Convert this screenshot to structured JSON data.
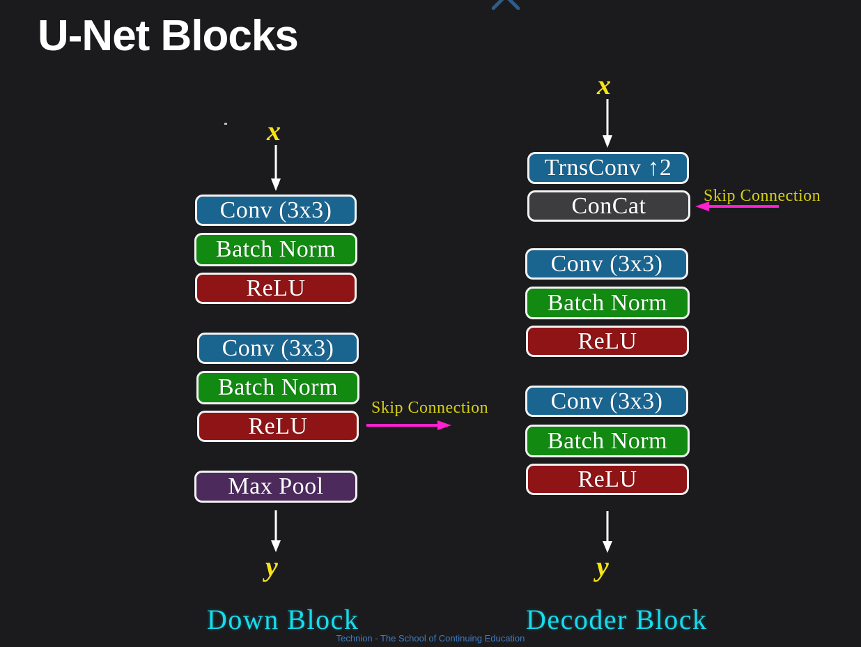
{
  "slide": {
    "title": "U-Net Blocks",
    "background_color": "#1b1b1e",
    "footer": "Technion - The School of Continuing Education",
    "footer_color": "#3f7cc2"
  },
  "colors": {
    "conv_blue": "#1a6490",
    "batchnorm_green": "#128a12",
    "relu_red": "#8e1416",
    "maxpool_purple": "#4c2a5c",
    "concat_gray": "#3d3d3f",
    "symbol_yellow": "#f7e417",
    "caption_cyan": "#17dced",
    "skip_label_yellow": "#d4cf12",
    "skip_arrow_magenta": "#ff20d0",
    "arrow_white": "#ffffff",
    "block_border": "#f2f2f2"
  },
  "down_block": {
    "caption": "Down Block",
    "input_symbol": "x",
    "output_symbol": "y",
    "blocks": [
      {
        "label": "Conv (3x3)",
        "color": "blue"
      },
      {
        "label": "Batch Norm",
        "color": "green"
      },
      {
        "label": "ReLU",
        "color": "red"
      },
      {
        "label": "Conv (3x3)",
        "color": "blue"
      },
      {
        "label": "Batch Norm",
        "color": "green"
      },
      {
        "label": "ReLU",
        "color": "red"
      },
      {
        "label": "Max Pool",
        "color": "purple"
      }
    ],
    "skip_connection": {
      "label": "Skip Connection",
      "direction": "right"
    }
  },
  "decoder_block": {
    "caption": "Decoder Block",
    "input_symbol": "x",
    "output_symbol": "y",
    "blocks": [
      {
        "label": "TrnsConv ↑2",
        "color": "blue"
      },
      {
        "label": "ConCat",
        "color": "gray"
      },
      {
        "label": "Conv (3x3)",
        "color": "blue"
      },
      {
        "label": "Batch Norm",
        "color": "green"
      },
      {
        "label": "ReLU",
        "color": "red"
      },
      {
        "label": "Conv (3x3)",
        "color": "blue"
      },
      {
        "label": "Batch Norm",
        "color": "green"
      },
      {
        "label": "ReLU",
        "color": "red"
      }
    ],
    "skip_connection": {
      "label": "Skip Connection",
      "direction": "left"
    }
  }
}
